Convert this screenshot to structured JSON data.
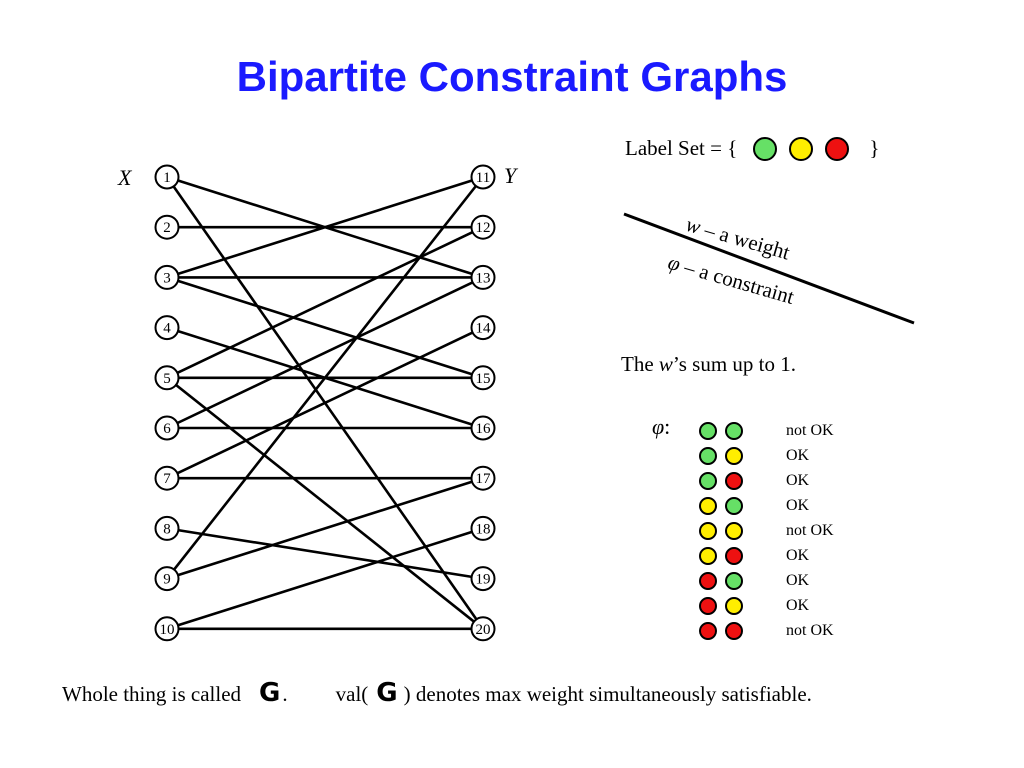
{
  "title": "Bipartite Constraint Graphs",
  "colors": {
    "title": "#1a1aff",
    "green": "#66e066",
    "yellow": "#ffee00",
    "red": "#ee1111"
  },
  "graph": {
    "x_label": "X",
    "y_label": "Y",
    "left_nodes": [
      "1",
      "2",
      "3",
      "4",
      "5",
      "6",
      "7",
      "8",
      "9",
      "10"
    ],
    "right_nodes": [
      "11",
      "12",
      "13",
      "14",
      "15",
      "16",
      "17",
      "18",
      "19",
      "20"
    ],
    "edges": [
      [
        "1",
        "13"
      ],
      [
        "1",
        "20"
      ],
      [
        "2",
        "12"
      ],
      [
        "3",
        "11"
      ],
      [
        "3",
        "13"
      ],
      [
        "3",
        "15"
      ],
      [
        "4",
        "16"
      ],
      [
        "5",
        "12"
      ],
      [
        "5",
        "15"
      ],
      [
        "5",
        "20"
      ],
      [
        "6",
        "13"
      ],
      [
        "6",
        "16"
      ],
      [
        "7",
        "14"
      ],
      [
        "7",
        "17"
      ],
      [
        "8",
        "19"
      ],
      [
        "9",
        "11"
      ],
      [
        "9",
        "17"
      ],
      [
        "10",
        "18"
      ],
      [
        "10",
        "20"
      ]
    ]
  },
  "label_set": {
    "prefix": "Label Set = {",
    "suffix": "}",
    "colors": [
      "green",
      "yellow",
      "red"
    ]
  },
  "legend": {
    "weight": {
      "symbol": "w",
      "text": " – a weight"
    },
    "constraint": {
      "symbol": "φ",
      "text": " – a constraint"
    }
  },
  "sum_note": {
    "prefix": "The ",
    "symbol": "w",
    "suffix": "’s sum up to 1."
  },
  "phi": {
    "label": "φ",
    "colon": ":",
    "rows": [
      {
        "a": "green",
        "b": "green",
        "result": "not OK"
      },
      {
        "a": "green",
        "b": "yellow",
        "result": "OK"
      },
      {
        "a": "green",
        "b": "red",
        "result": "OK"
      },
      {
        "a": "yellow",
        "b": "green",
        "result": "OK"
      },
      {
        "a": "yellow",
        "b": "yellow",
        "result": "not OK"
      },
      {
        "a": "yellow",
        "b": "red",
        "result": "OK"
      },
      {
        "a": "red",
        "b": "green",
        "result": "OK"
      },
      {
        "a": "red",
        "b": "yellow",
        "result": "OK"
      },
      {
        "a": "red",
        "b": "red",
        "result": "not OK"
      }
    ]
  },
  "bottom": {
    "part1": "Whole thing is called",
    "g_symbol": "G",
    "part2": ".",
    "part3": "val(",
    "part4": ") denotes max weight simultaneously satisfiable."
  }
}
